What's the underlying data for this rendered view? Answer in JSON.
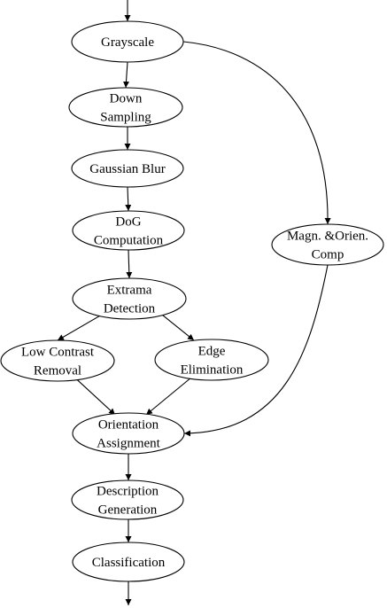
{
  "diagram": {
    "nodes": {
      "grayscale": [
        "Grayscale"
      ],
      "down_sampling": [
        "Down",
        "Sampling"
      ],
      "gaussian_blur": [
        "Gaussian Blur"
      ],
      "dog_computation": [
        "DoG",
        "Computation"
      ],
      "extrema_detection": [
        "Extrama",
        "Detection"
      ],
      "low_contrast_removal": [
        "Low Contrast",
        "Removal"
      ],
      "edge_elimination": [
        "Edge",
        "Elimination"
      ],
      "magn_orien_comp": [
        "Magn. &Orien.",
        "Comp"
      ],
      "orientation_assignment": [
        "Orientation",
        "Assignment"
      ],
      "description_generation": [
        "Description",
        "Generation"
      ],
      "classification": [
        "Classification"
      ]
    },
    "edges": [
      [
        "input",
        "grayscale"
      ],
      [
        "grayscale",
        "down_sampling"
      ],
      [
        "grayscale",
        "magn_orien_comp"
      ],
      [
        "down_sampling",
        "gaussian_blur"
      ],
      [
        "gaussian_blur",
        "dog_computation"
      ],
      [
        "dog_computation",
        "extrema_detection"
      ],
      [
        "extrema_detection",
        "low_contrast_removal"
      ],
      [
        "extrema_detection",
        "edge_elimination"
      ],
      [
        "low_contrast_removal",
        "orientation_assignment"
      ],
      [
        "edge_elimination",
        "orientation_assignment"
      ],
      [
        "magn_orien_comp",
        "orientation_assignment"
      ],
      [
        "orientation_assignment",
        "description_generation"
      ],
      [
        "description_generation",
        "classification"
      ],
      [
        "classification",
        "output"
      ]
    ]
  }
}
